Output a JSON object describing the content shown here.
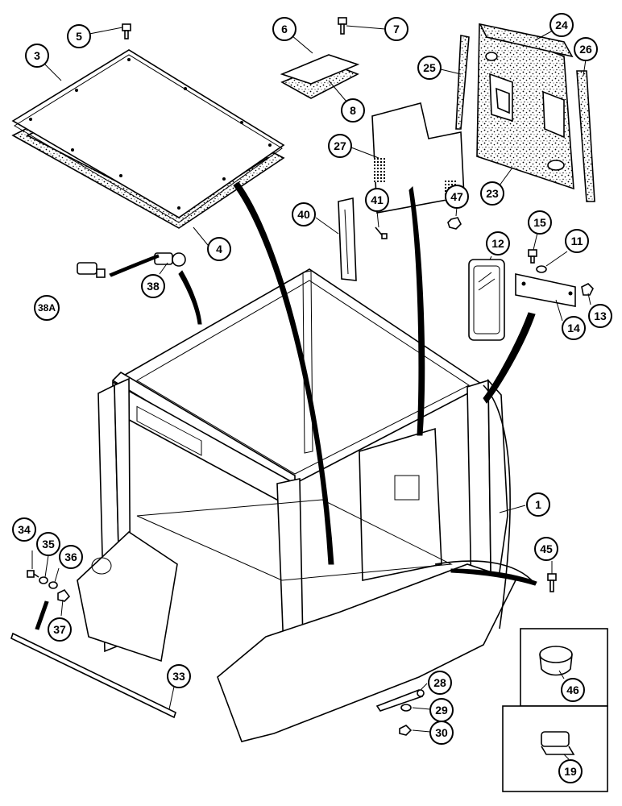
{
  "diagram": {
    "callouts": [
      {
        "id": "c-5",
        "label": "5"
      },
      {
        "id": "c-3",
        "label": "3"
      },
      {
        "id": "c-6",
        "label": "6"
      },
      {
        "id": "c-7",
        "label": "7"
      },
      {
        "id": "c-8",
        "label": "8"
      },
      {
        "id": "c-24",
        "label": "24"
      },
      {
        "id": "c-25",
        "label": "25"
      },
      {
        "id": "c-26",
        "label": "26"
      },
      {
        "id": "c-27",
        "label": "27"
      },
      {
        "id": "c-23",
        "label": "23"
      },
      {
        "id": "c-4",
        "label": "4"
      },
      {
        "id": "c-41",
        "label": "41"
      },
      {
        "id": "c-40",
        "label": "40"
      },
      {
        "id": "c-47",
        "label": "47"
      },
      {
        "id": "c-12",
        "label": "12"
      },
      {
        "id": "c-15",
        "label": "15"
      },
      {
        "id": "c-11",
        "label": "11"
      },
      {
        "id": "c-13",
        "label": "13"
      },
      {
        "id": "c-14",
        "label": "14"
      },
      {
        "id": "c-38",
        "label": "38"
      },
      {
        "id": "c-38a",
        "label": "38A"
      },
      {
        "id": "c-1",
        "label": "1"
      },
      {
        "id": "c-34",
        "label": "34"
      },
      {
        "id": "c-35",
        "label": "35"
      },
      {
        "id": "c-36",
        "label": "36"
      },
      {
        "id": "c-37",
        "label": "37"
      },
      {
        "id": "c-45",
        "label": "45"
      },
      {
        "id": "c-33",
        "label": "33"
      },
      {
        "id": "c-28",
        "label": "28"
      },
      {
        "id": "c-29",
        "label": "29"
      },
      {
        "id": "c-30",
        "label": "30"
      },
      {
        "id": "c-46",
        "label": "46"
      },
      {
        "id": "c-19",
        "label": "19"
      }
    ]
  }
}
